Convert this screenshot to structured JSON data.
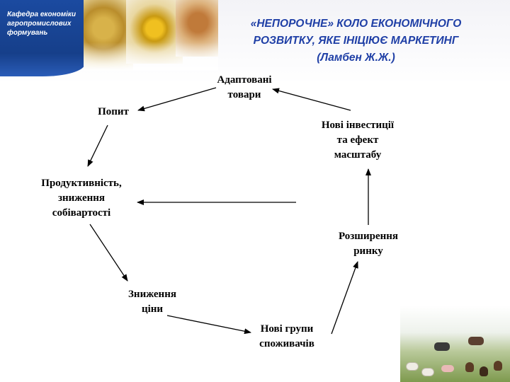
{
  "logo": {
    "lines": [
      "Кафедра економіки",
      "агропромислових",
      "формувань"
    ]
  },
  "title": {
    "line1": "«НЕПОРОЧНЕ» КОЛО ЕКОНОМІЧНОГО",
    "line2": "РОЗВИТКУ, ЯКЕ ІНІЦІЮЄ МАРКЕТИНГ",
    "line3": "(Ламбен Ж.Ж.)"
  },
  "nodes": {
    "adapted_goods": [
      "Адаптовані",
      "товари"
    ],
    "demand": [
      "Попит"
    ],
    "productivity": [
      "Продуктивність,",
      "зниження",
      "собівартості"
    ],
    "price_reduction": [
      "Зниження",
      "ціни"
    ],
    "new_consumers": [
      "Нові групи",
      "споживачів"
    ],
    "market_expansion": [
      "Розширення",
      "ринку"
    ],
    "new_investments": [
      "Нові інвестиції",
      "та ефект",
      "масштабу"
    ]
  },
  "colors": {
    "title": "#1f3fa6",
    "logo_bg": "#1b4aa0",
    "arrow": "#000000"
  }
}
